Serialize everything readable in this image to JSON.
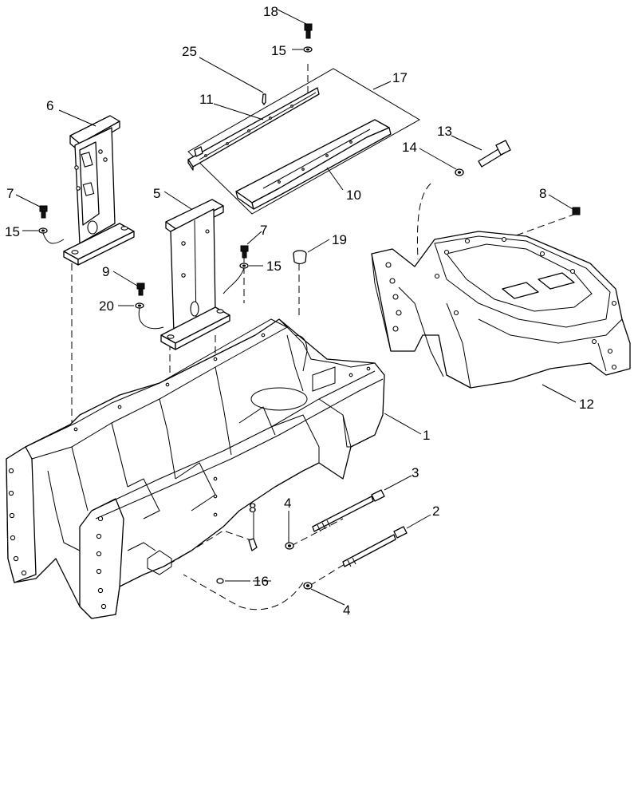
{
  "callouts": [
    {
      "id": "c1",
      "text": "1"
    },
    {
      "id": "c2",
      "text": "2"
    },
    {
      "id": "c3",
      "text": "3"
    },
    {
      "id": "c4a",
      "text": "4"
    },
    {
      "id": "c4b",
      "text": "4"
    },
    {
      "id": "c5",
      "text": "5"
    },
    {
      "id": "c6",
      "text": "6"
    },
    {
      "id": "c7a",
      "text": "7"
    },
    {
      "id": "c7b",
      "text": "7"
    },
    {
      "id": "c8a",
      "text": "8"
    },
    {
      "id": "c8b",
      "text": "8"
    },
    {
      "id": "c9",
      "text": "9"
    },
    {
      "id": "c10",
      "text": "10"
    },
    {
      "id": "c11",
      "text": "11"
    },
    {
      "id": "c12",
      "text": "12"
    },
    {
      "id": "c13",
      "text": "13"
    },
    {
      "id": "c14",
      "text": "14"
    },
    {
      "id": "c15a",
      "text": "15"
    },
    {
      "id": "c15b",
      "text": "15"
    },
    {
      "id": "c15c",
      "text": "15"
    },
    {
      "id": "c16",
      "text": "16"
    },
    {
      "id": "c17",
      "text": "17"
    },
    {
      "id": "c18",
      "text": "18"
    },
    {
      "id": "c19",
      "text": "19"
    },
    {
      "id": "c20",
      "text": "20"
    },
    {
      "id": "c25",
      "text": "25"
    }
  ]
}
